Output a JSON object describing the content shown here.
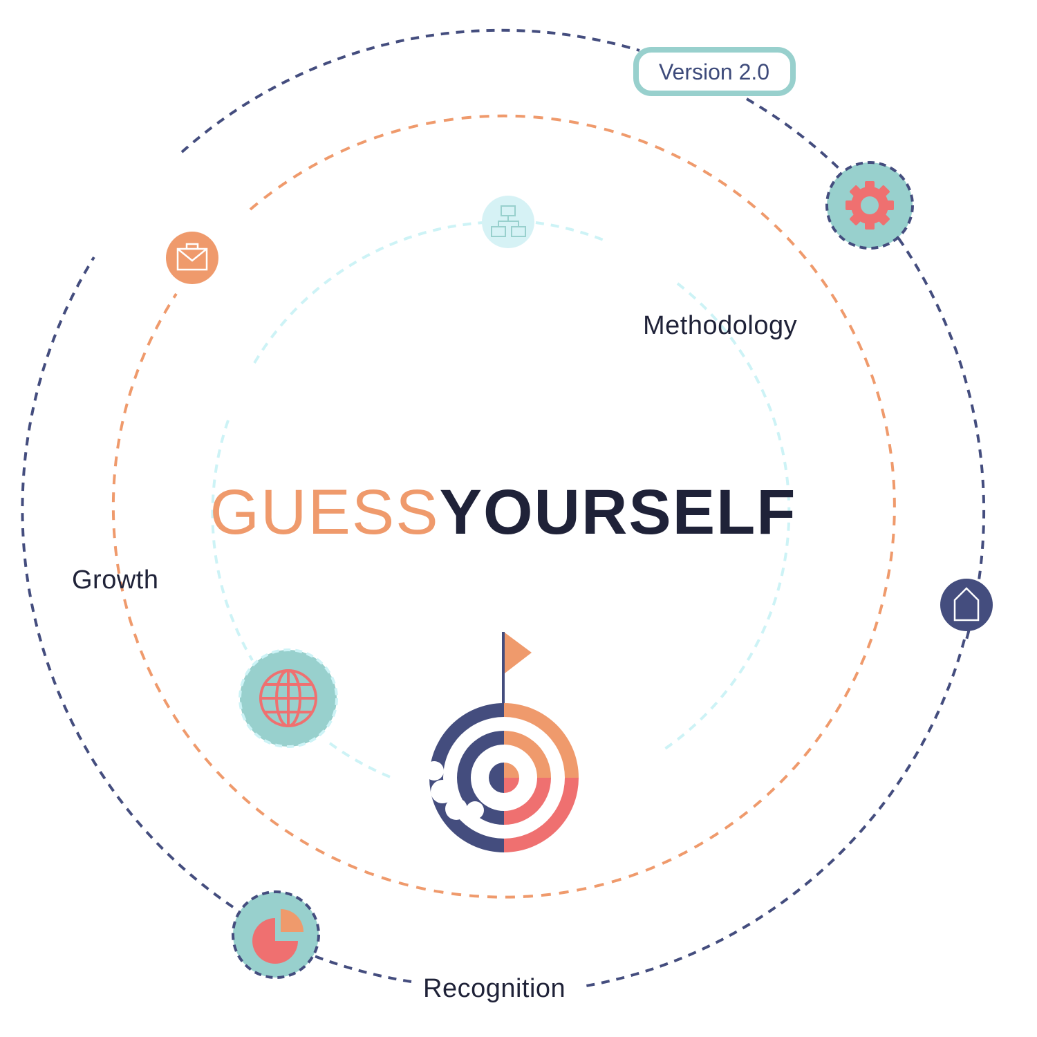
{
  "badge": {
    "version": "Version 2.0"
  },
  "brand": {
    "part1": "GUESS",
    "part2": "YOURSELF"
  },
  "labels": {
    "methodology": "Methodology",
    "growth": "Growth",
    "recognition": "Recognition"
  },
  "colors": {
    "navy": "#444d7e",
    "orange": "#ef9a6c",
    "coral": "#ef7070",
    "teal": "#98d0cd",
    "teal_border": "#8ccdca",
    "light_cyan": "#cdf3f6",
    "text_dark": "#1f2238"
  },
  "icons": [
    "gear-icon",
    "briefcase-icon",
    "sitemap-icon",
    "home-icon",
    "globe-icon",
    "pie-chart-icon",
    "target-icon",
    "flag-icon"
  ]
}
